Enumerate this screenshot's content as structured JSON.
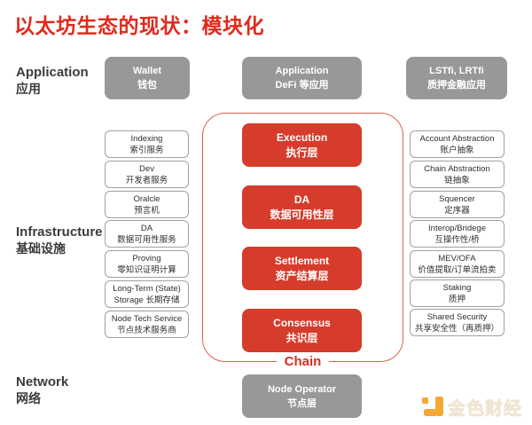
{
  "title": "以太坊生态的现状：模块化",
  "row_labels": {
    "application": {
      "en": "Application",
      "zh": "应用"
    },
    "infrastructure": {
      "en": "Infrastructure",
      "zh": "基础设施"
    },
    "network": {
      "en": "Network",
      "zh": "网络"
    }
  },
  "application_row": {
    "wallet": {
      "en": "Wallet",
      "zh": "钱包"
    },
    "application": {
      "en": "Application",
      "zh": "DeFi 等应用"
    },
    "lstfi": {
      "en": "LSTfi, LRTfi",
      "zh": "质押金融应用"
    }
  },
  "infra_left": [
    {
      "en": "Indexing",
      "zh": "索引服务"
    },
    {
      "en": "Dev",
      "zh": "开发者服务"
    },
    {
      "en": "Oralcle",
      "zh": "预言机"
    },
    {
      "en": "DA",
      "zh": "数据可用性服务"
    },
    {
      "en": "Proving",
      "zh": "零知识证明计算"
    },
    {
      "en": "Long-Term (State)",
      "zh": "Storage 长期存储"
    },
    {
      "en": "Node Tech Service",
      "zh": "节点技术服务商"
    }
  ],
  "chain": {
    "label": "Chain",
    "layers": [
      {
        "en": "Execution",
        "zh": "执行层"
      },
      {
        "en": "DA",
        "zh": "数据可用性层"
      },
      {
        "en": "Settlement",
        "zh": "资产结算层"
      },
      {
        "en": "Consensus",
        "zh": "共识层"
      }
    ]
  },
  "infra_right": [
    {
      "en": "Account Abstraction",
      "zh": "账户抽象"
    },
    {
      "en": "Chain Abstraction",
      "zh": "链抽象"
    },
    {
      "en": "Squencer",
      "zh": "定序器"
    },
    {
      "en": "Interop/Bridege",
      "zh": "互操作性/桥"
    },
    {
      "en": "MEV/OFA",
      "zh": "价值提取/订单流拍卖"
    },
    {
      "en": "Staking",
      "zh": "质押"
    },
    {
      "en": "Shared Security",
      "zh": "共享安全性（再质押）"
    }
  ],
  "network_row": {
    "node_operator": {
      "en": "Node Operator",
      "zh": "节点层"
    }
  },
  "logo": {
    "text": "金色财经"
  },
  "colors": {
    "title_red": "#e22a1c",
    "box_red": "#d53c2b",
    "outline_red": "#df604e",
    "box_gray": "#98989a",
    "logo_orange": "#f5a733"
  }
}
